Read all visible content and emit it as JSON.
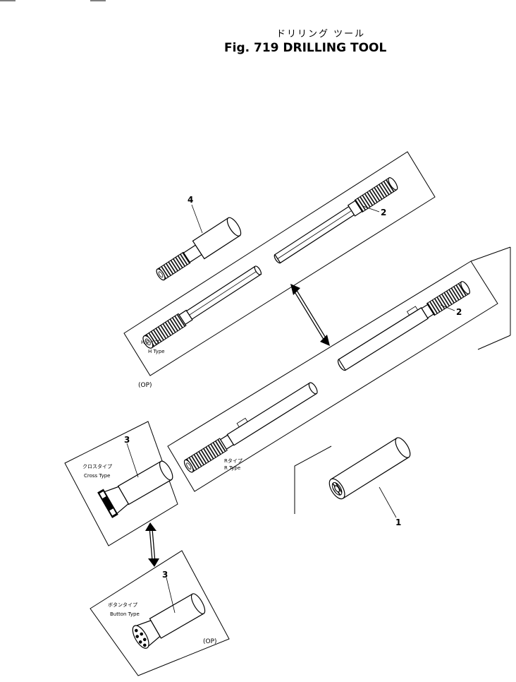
{
  "title": {
    "japanese": "ドリリング ツール",
    "english": "Fig. 719 DRILLING TOOL"
  },
  "callouts": {
    "part_1": "1",
    "part_2_upper": "2",
    "part_2_lower": "2",
    "part_3_cross": "3",
    "part_3_button": "3",
    "part_4": "4"
  },
  "labels": {
    "h_type_jp": "Hタイプ",
    "h_type_en": "H Type",
    "r_type_jp": "Rタイプ",
    "r_type_en": "R Type",
    "cross_type_jp": "クロスタイプ",
    "cross_type_en": "Cross Type",
    "button_type_jp": "ボタンタイプ",
    "button_type_en": "Button Type",
    "op_upper": "(OP)",
    "op_lower": "(OP)"
  }
}
